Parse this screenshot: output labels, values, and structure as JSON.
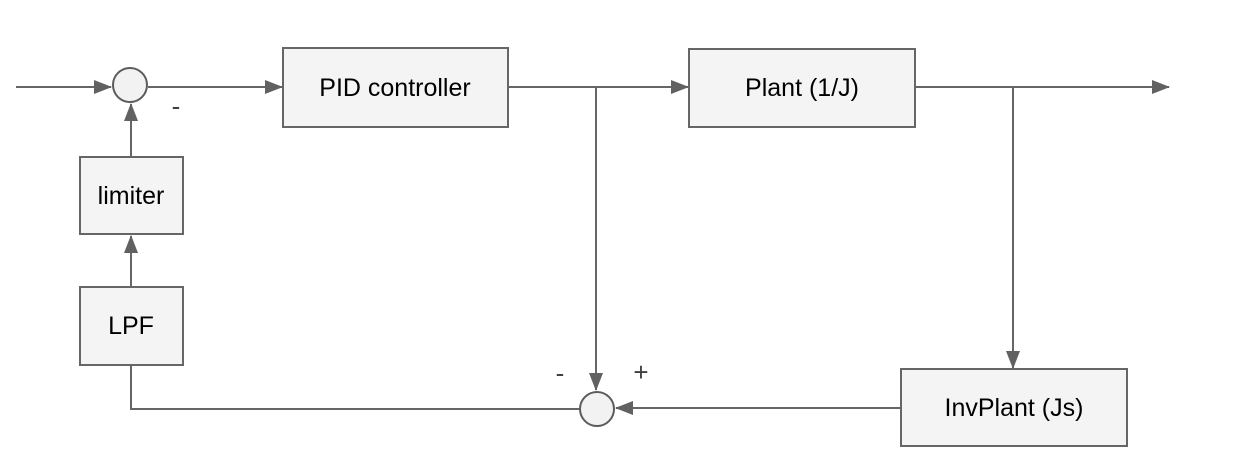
{
  "diagram": {
    "blocks": {
      "pid": {
        "label": "PID controller"
      },
      "plant": {
        "label": "Plant (1/J)"
      },
      "invplant": {
        "label": "InvPlant (Js)"
      },
      "limiter": {
        "label": "limiter"
      },
      "lpf": {
        "label": "LPF"
      }
    },
    "junctions": {
      "top": {
        "sign": "-"
      },
      "bottom": {
        "sign_left": "-",
        "sign_right": "+"
      }
    },
    "colors": {
      "background": "#ffffff",
      "block_fill": "#f4f4f4",
      "block_stroke": "#666666",
      "connector": "#666666",
      "arrowhead": "#616161",
      "label_text": "#000000",
      "sign_text": "#404040"
    }
  }
}
